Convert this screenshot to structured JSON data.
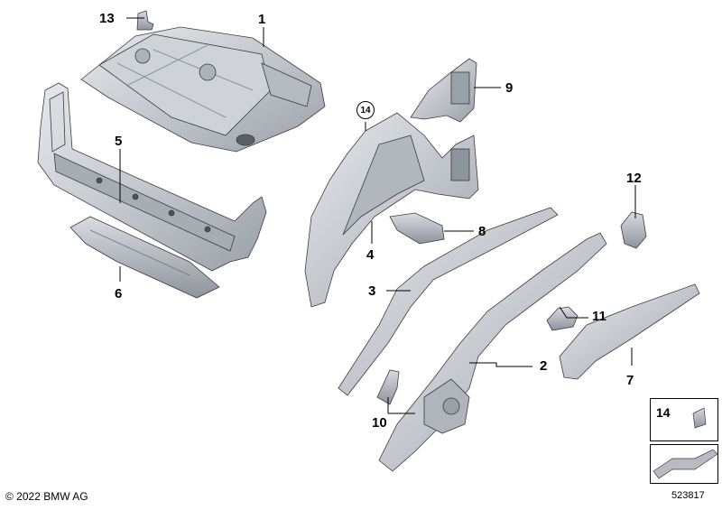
{
  "callouts": {
    "c1": "1",
    "c2": "2",
    "c3": "3",
    "c4": "4",
    "c5": "5",
    "c6": "6",
    "c7": "7",
    "c8": "8",
    "c9": "9",
    "c10": "10",
    "c11": "11",
    "c12": "12",
    "c13": "13",
    "c14": "14"
  },
  "legend": {
    "part_label": "14"
  },
  "footer": {
    "copyright": "© 2022 BMW AG",
    "diagram_id": "523817"
  },
  "colors": {
    "part_fill": "#c8ccd2",
    "part_shade": "#9aa0a8",
    "part_light": "#e4e7eb",
    "outline": "#3a3d42"
  }
}
